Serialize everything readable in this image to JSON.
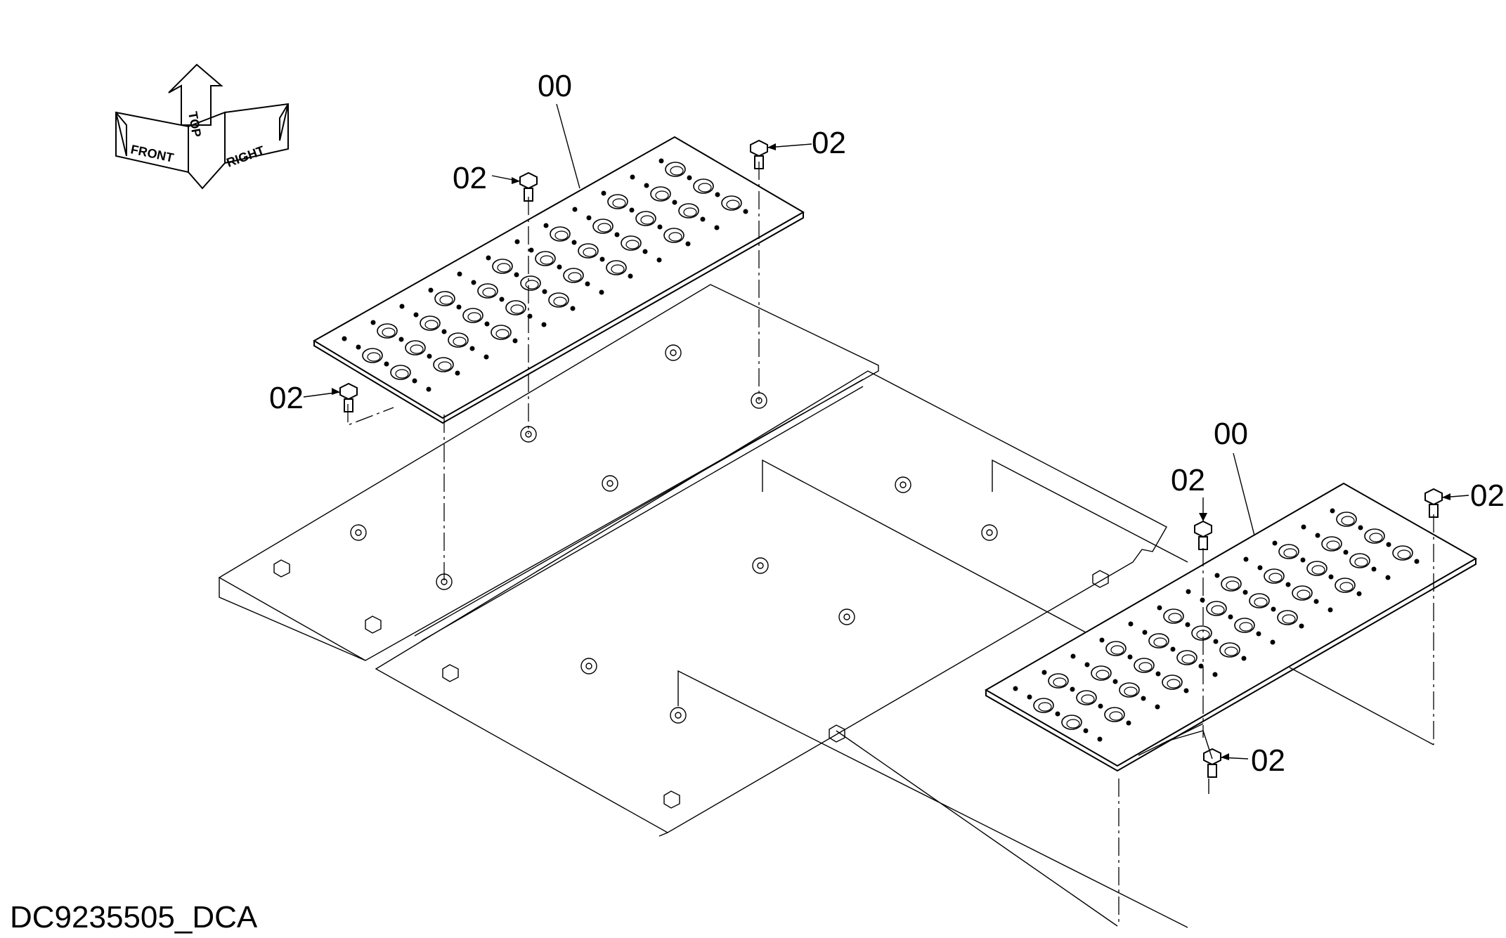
{
  "drawing": {
    "code": "DC9235505_DCA",
    "orientation": {
      "front": "FRONT",
      "top": "TOP",
      "right": "RIGHT"
    },
    "callouts": {
      "step_upper": "00",
      "step_lower": "00",
      "bolt_1": "02",
      "bolt_2": "02",
      "bolt_3": "02",
      "bolt_4": "02",
      "bolt_5": "02",
      "bolt_6": "02"
    }
  }
}
